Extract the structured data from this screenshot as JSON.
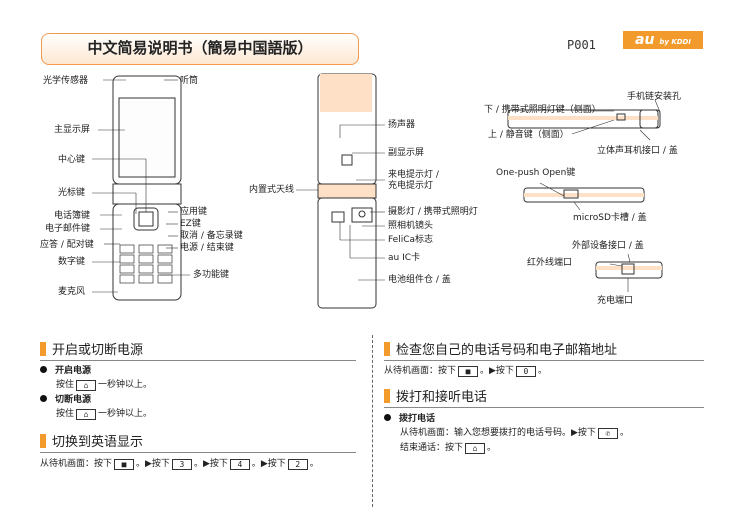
{
  "header": {
    "title": "中文简易说明书（簡易中国語版）",
    "page_number": "P001",
    "logo_main": "au",
    "logo_sub": "by KDDI"
  },
  "phone_front": {
    "labels": {
      "light_sensor": "光学传感器",
      "earpiece": "听筒",
      "main_display": "主显示屏",
      "center_key": "中心键",
      "cursor_key": "光标键",
      "phonebook_key": "电话簿键",
      "email_key": "电子邮件键",
      "answer_key": "应答 / 配对键",
      "number_keys": "数字键",
      "microphone": "麦克风",
      "app_key": "应用键",
      "ez_key": "EZ键",
      "cancel_key": "取消 / 备忘录键",
      "power_key": "电源 / 结束键",
      "multi_key": "多功能键"
    }
  },
  "phone_back": {
    "labels": {
      "antenna": "内置式天线",
      "speaker": "扬声器",
      "sub_display": "副显示屏",
      "incoming_light": "来电提示灯 /",
      "charging_light": "充电提示灯",
      "camera_light_key": "摄影灯 / 携带式照明灯",
      "camera_lens": "照相机镜头",
      "felica": "FeliCa标志",
      "au_ic_card": "au IC卡",
      "battery_cover": "电池组件仓 / 盖"
    }
  },
  "phone_side": {
    "labels": {
      "strap_hole": "手机链安装孔",
      "down_light_key": "下 / 携带式照明灯键（侧面）",
      "up_silent_key": "上 / 静音键（侧面）",
      "earphone_jack": "立体声耳机接口 / 盖",
      "one_push": "One-push Open键",
      "microsd": "microSD卡槽 / 盖",
      "external_port": "外部设备接口 / 盖",
      "infrared_port": "红外线端口",
      "charge_terminal": "充电端口"
    }
  },
  "sections": {
    "power": {
      "title": "开启或切断电源",
      "on_title": "开启电源",
      "on_text_pre": "按住",
      "on_key": "⌂",
      "on_text_post": "一秒钟以上。",
      "off_title": "切断电源",
      "off_text_pre": "按住",
      "off_key": "⌂",
      "off_text_post": "一秒钟以上。"
    },
    "english": {
      "title": "切换到英语显示",
      "text_pre": "从待机画面：按下",
      "key1": "■",
      "sep1": "。▶按下",
      "key2": "3",
      "sep2": "。▶按下",
      "key3": "4",
      "sep3": "。▶按下",
      "key4": "2",
      "end": "。"
    },
    "check": {
      "title": "检查您自己的电话号码和电子邮箱地址",
      "text_pre": "从待机画面：按下",
      "key1": "■",
      "sep1": "。▶按下",
      "key2": "0",
      "end": "。"
    },
    "call": {
      "title": "拨打和接听电话",
      "sub_title": "拨打电话",
      "line1_pre": "从待机画面：输入您想要拨打的电话号码。▶按下",
      "line1_key": "✆",
      "line1_end": "。",
      "line2_pre": "结束通话：按下",
      "line2_key": "⌂",
      "line2_end": "。"
    }
  }
}
